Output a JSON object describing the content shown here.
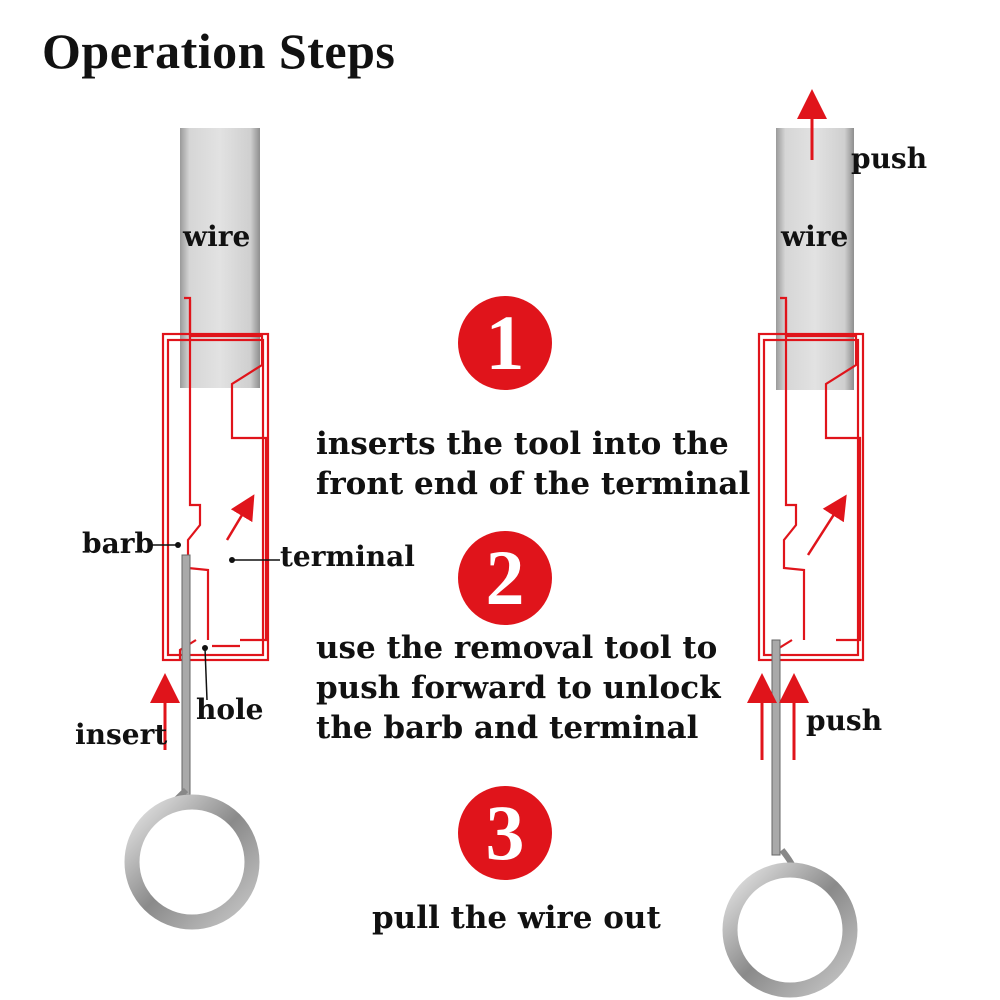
{
  "title": "Operation Steps",
  "colors": {
    "accent": "#e0141b",
    "wire": "#cfcfcf",
    "text": "#111111"
  },
  "left_diagram": {
    "wire_label": "wire",
    "barb_label": "barb",
    "terminal_label": "terminal",
    "hole_label": "hole",
    "insert_label": "insert"
  },
  "right_diagram": {
    "wire_label": "wire",
    "push_top_label": "push",
    "push_bottom_label": "push"
  },
  "steps": [
    {
      "number": "1",
      "lines": [
        "inserts the tool into the",
        "front end of the terminal"
      ]
    },
    {
      "number": "2",
      "lines": [
        "use the removal tool to",
        "push forward to unlock",
        "the barb and terminal"
      ]
    },
    {
      "number": "3",
      "lines": [
        "pull the wire out"
      ]
    }
  ]
}
